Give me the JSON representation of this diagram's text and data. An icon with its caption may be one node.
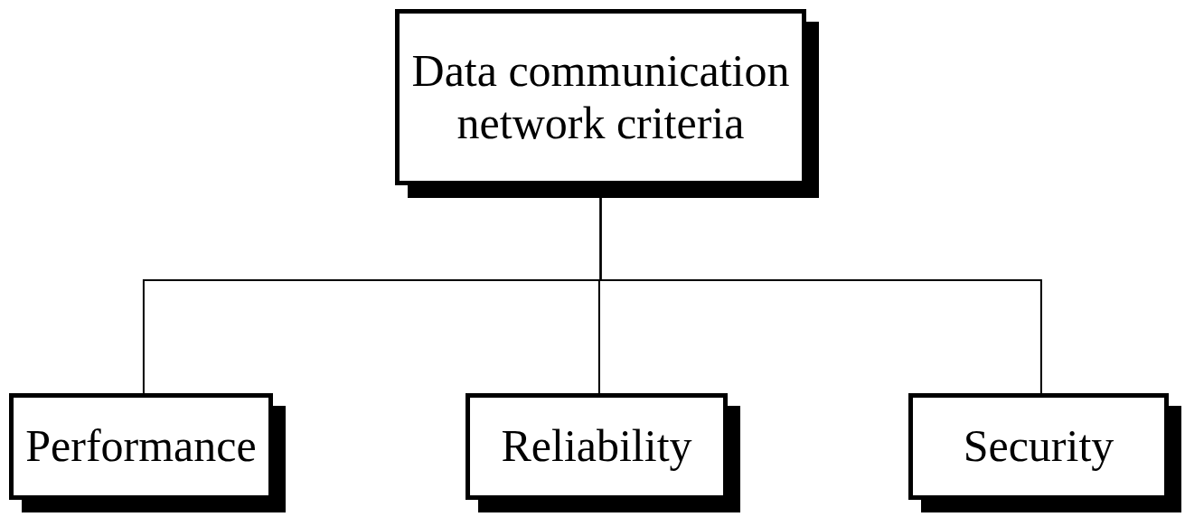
{
  "diagram": {
    "nodes": [
      {
        "text": [
          "Data communication network criteria"
        ]
      },
      {
        "text": [
          "Performance"
        ]
      },
      {
        "text": [
          "Reliability"
        ]
      },
      {
        "text": [
          "Security"
        ]
      }
    ],
    "edges": [
      {
        "from": 0,
        "to": 1,
        "arrow": "none"
      },
      {
        "from": 0,
        "to": 2,
        "arrow": "none"
      },
      {
        "from": 0,
        "to": 3,
        "arrow": "none"
      }
    ]
  }
}
